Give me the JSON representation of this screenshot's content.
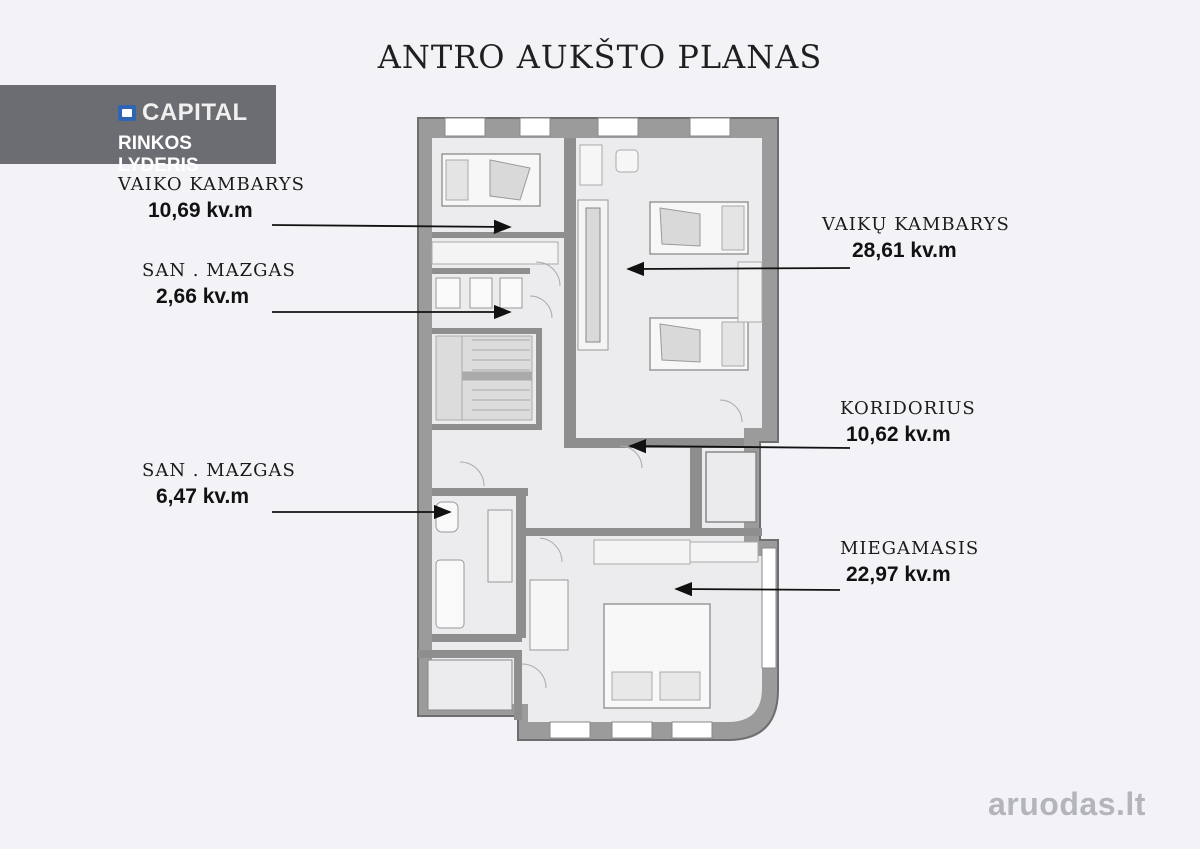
{
  "title": "ANTRO AUKŠTO PLANAS",
  "brand": {
    "logo_text": "CAPITAL",
    "tagline": "RINKOS LYDERIS"
  },
  "rooms": [
    {
      "name": "VAIKO KAMBARYS",
      "area": "10,69 kv.m"
    },
    {
      "name": "SAN . MAZGAS",
      "area": "2,66 kv.m"
    },
    {
      "name": "SAN . MAZGAS",
      "area": "6,47 kv.m"
    },
    {
      "name": "VAIKŲ KAMBARYS",
      "area": "28,61 kv.m"
    },
    {
      "name": "KORIDORIUS",
      "area": "10,62 kv.m"
    },
    {
      "name": "MIEGAMASIS",
      "area": "22,97 kv.m"
    }
  ],
  "watermark": "aruodas.lt",
  "colors": {
    "background": "#f3f3f7",
    "wall": "#6e6e6e",
    "brand_box": "#6b6d73",
    "logo_blue": "#2f66b3"
  }
}
